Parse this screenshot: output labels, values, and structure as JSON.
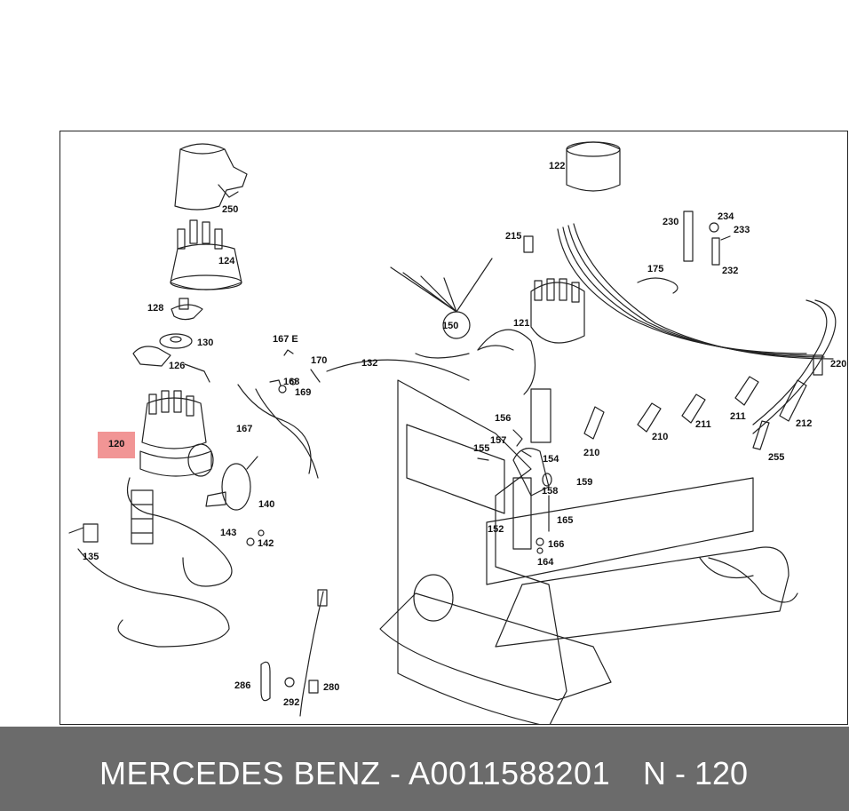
{
  "diagram": {
    "callouts": [
      {
        "id": "250",
        "label": "250"
      },
      {
        "id": "124",
        "label": "124"
      },
      {
        "id": "128",
        "label": "128"
      },
      {
        "id": "130",
        "label": "130"
      },
      {
        "id": "126",
        "label": "126"
      },
      {
        "id": "167E",
        "label": "167 E"
      },
      {
        "id": "170",
        "label": "170"
      },
      {
        "id": "168",
        "label": "168"
      },
      {
        "id": "169",
        "label": "169"
      },
      {
        "id": "167",
        "label": "167"
      },
      {
        "id": "140",
        "label": "140"
      },
      {
        "id": "143",
        "label": "143"
      },
      {
        "id": "142",
        "label": "142"
      },
      {
        "id": "135",
        "label": "135"
      },
      {
        "id": "286",
        "label": "286"
      },
      {
        "id": "292",
        "label": "292"
      },
      {
        "id": "280",
        "label": "280"
      },
      {
        "id": "132",
        "label": "132"
      },
      {
        "id": "150",
        "label": "150"
      },
      {
        "id": "215",
        "label": "215"
      },
      {
        "id": "122",
        "label": "122"
      },
      {
        "id": "121",
        "label": "121"
      },
      {
        "id": "230",
        "label": "230"
      },
      {
        "id": "234",
        "label": "234"
      },
      {
        "id": "233",
        "label": "233"
      },
      {
        "id": "232",
        "label": "232"
      },
      {
        "id": "175",
        "label": "175"
      },
      {
        "id": "220",
        "label": "220"
      },
      {
        "id": "212",
        "label": "212"
      },
      {
        "id": "211a",
        "label": "211"
      },
      {
        "id": "211b",
        "label": "211"
      },
      {
        "id": "210a",
        "label": "210"
      },
      {
        "id": "210b",
        "label": "210"
      },
      {
        "id": "255",
        "label": "255"
      },
      {
        "id": "156",
        "label": "156"
      },
      {
        "id": "157",
        "label": "157"
      },
      {
        "id": "155",
        "label": "155"
      },
      {
        "id": "154",
        "label": "154"
      },
      {
        "id": "158",
        "label": "158"
      },
      {
        "id": "159",
        "label": "159"
      },
      {
        "id": "165",
        "label": "165"
      },
      {
        "id": "152",
        "label": "152"
      },
      {
        "id": "166",
        "label": "166"
      },
      {
        "id": "164",
        "label": "164"
      }
    ],
    "highlight": {
      "label": "120"
    }
  },
  "footer": {
    "part_text": "MERCEDES BENZ - A0011588201",
    "ref_text": "N - 120"
  },
  "colors": {
    "highlight": "#f08a8a",
    "footer_bg": "#6b6b6b",
    "footer_text": "#ffffff",
    "line": "#222222"
  }
}
